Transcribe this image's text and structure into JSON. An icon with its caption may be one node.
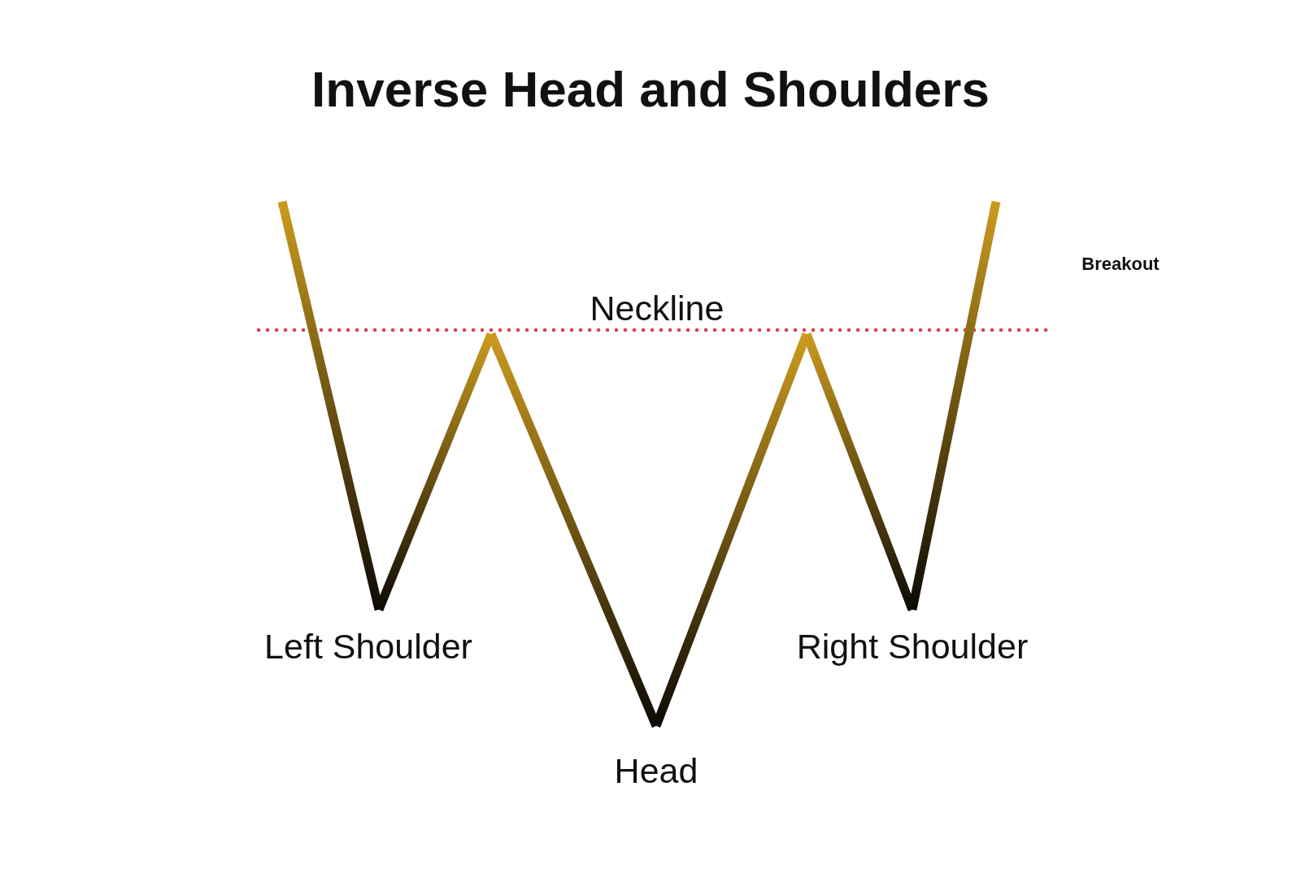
{
  "diagram": {
    "title": "Inverse Head and Shoulders",
    "labels": [
      "Breakout",
      "Neckline",
      "Left Shoulder",
      "Right Shoulder",
      "Head"
    ]
  }
}
